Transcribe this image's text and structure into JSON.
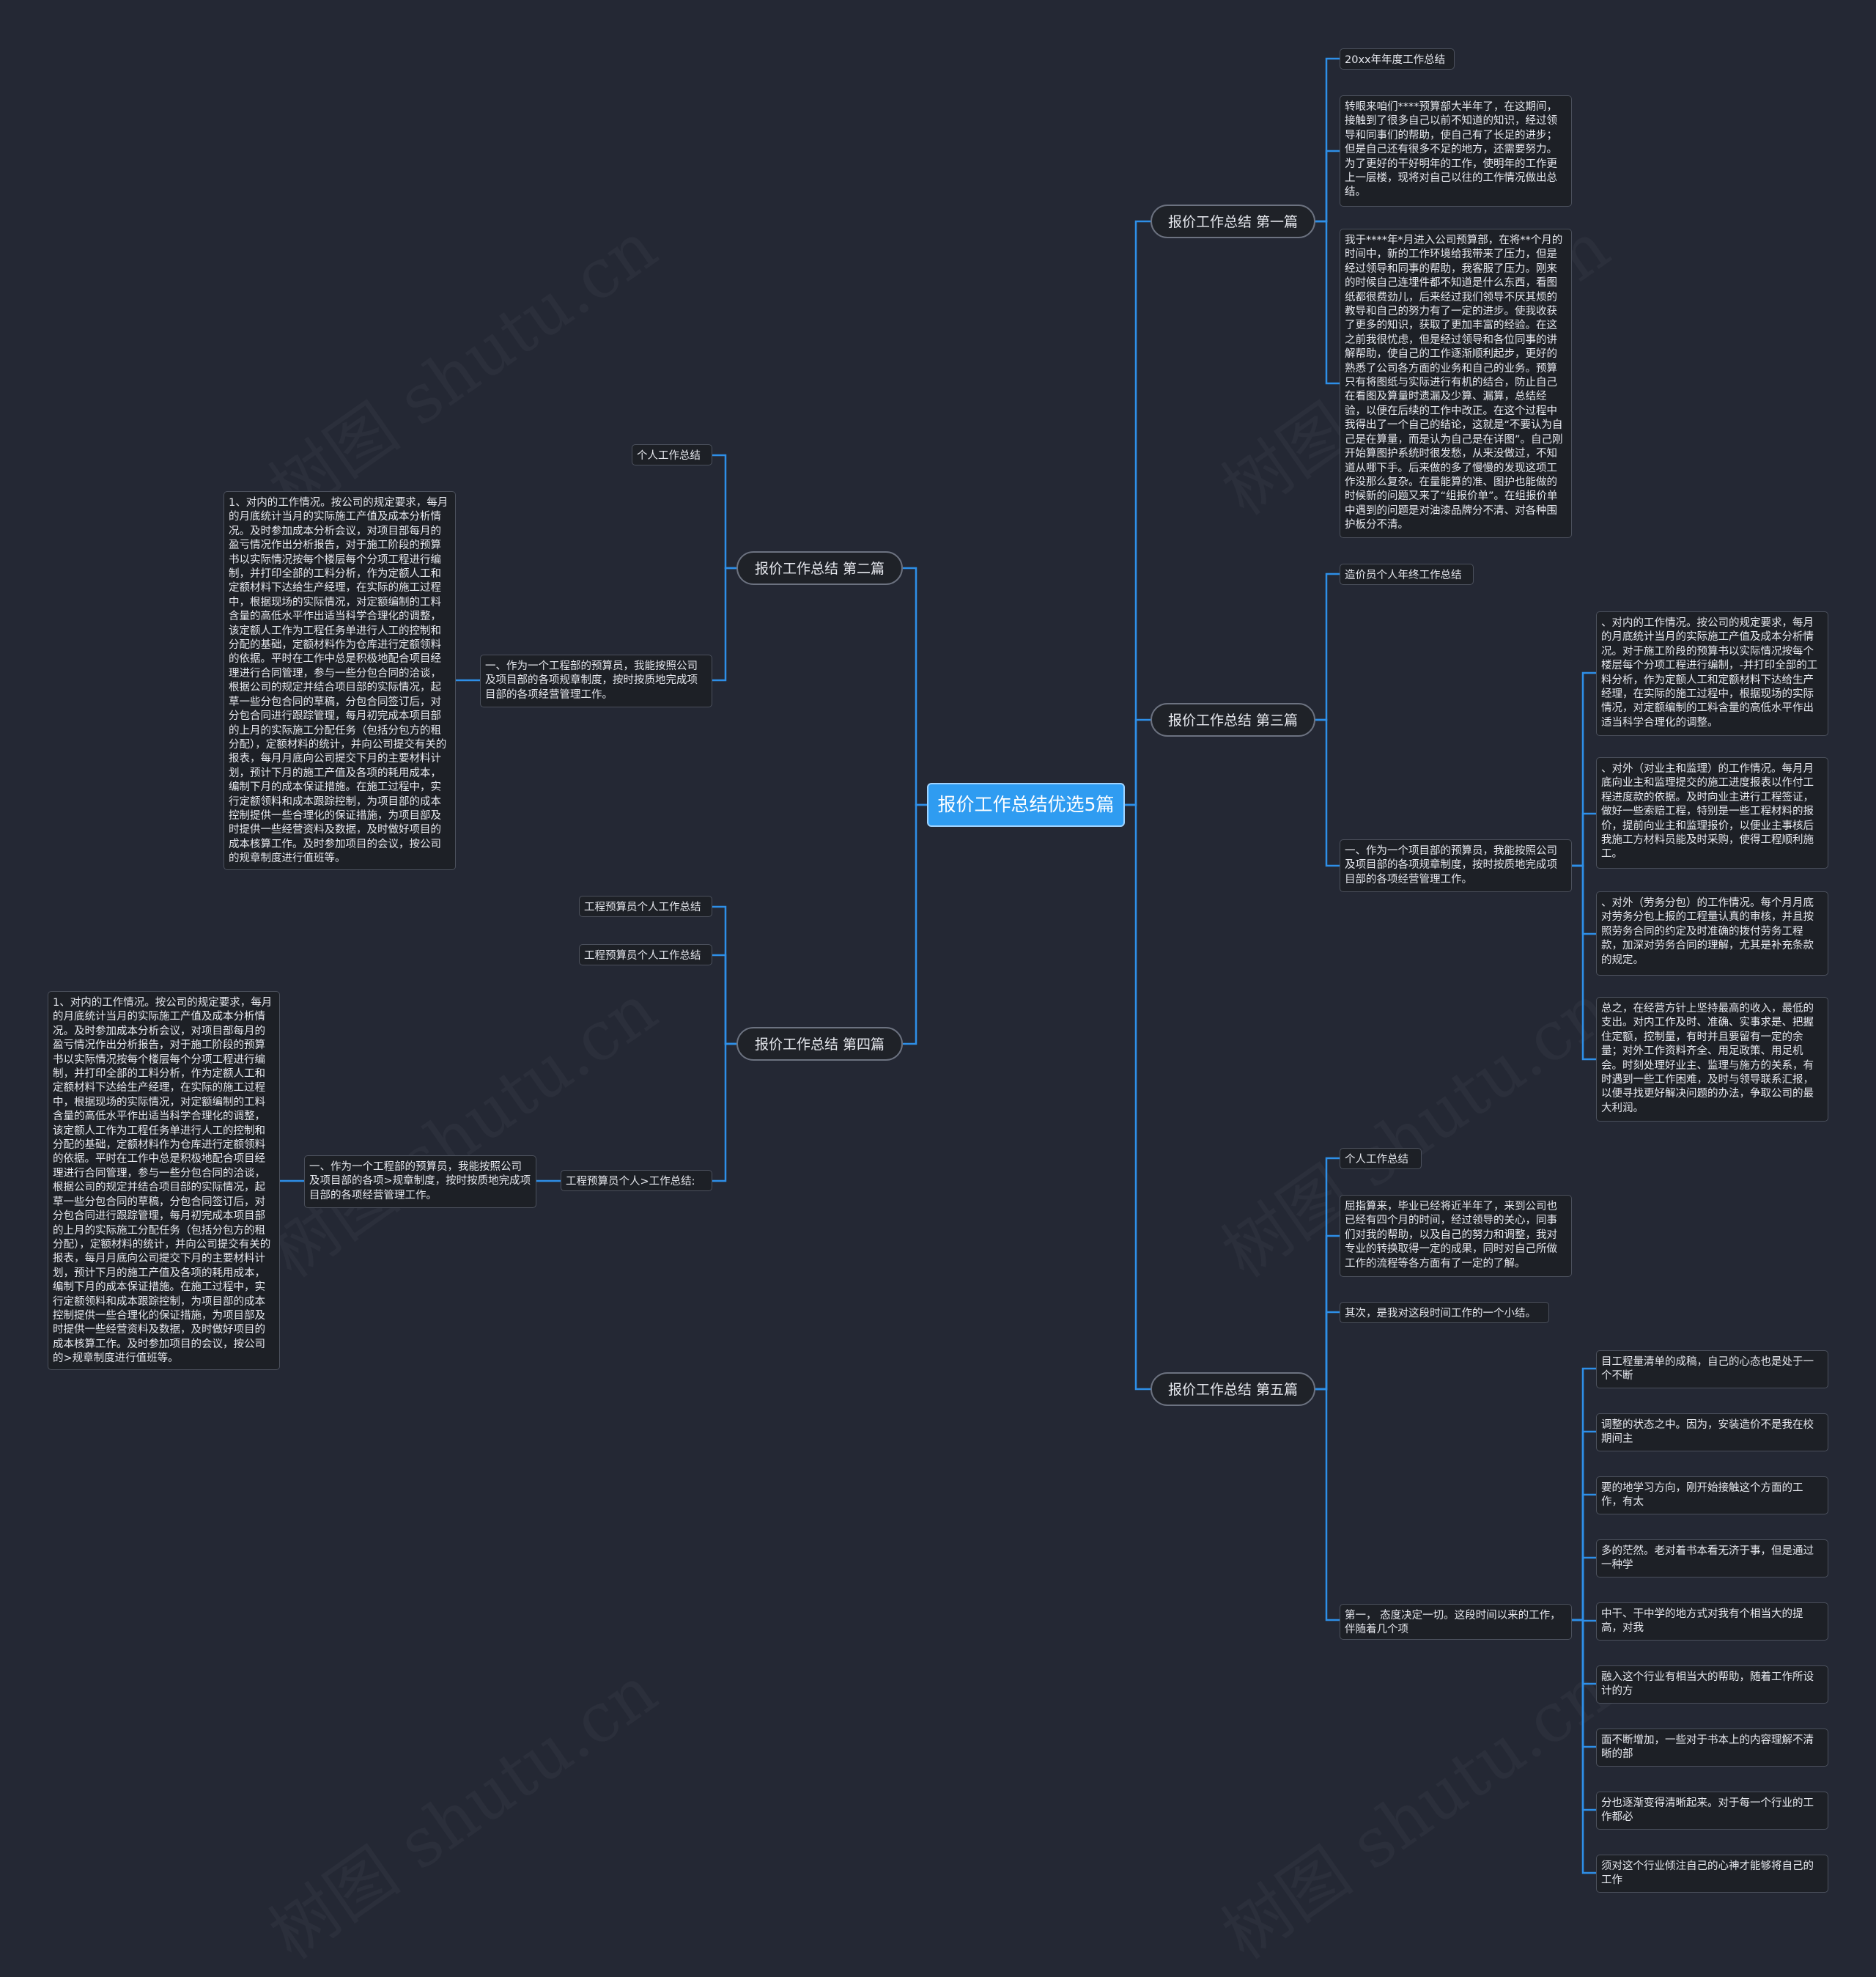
{
  "root": {
    "title": "报价工作总结优选5篇"
  },
  "watermark": "树图 shutu.cn",
  "sections": {
    "s1": {
      "title": "报价工作总结 第一篇"
    },
    "s2": {
      "title": "报价工作总结 第二篇"
    },
    "s3": {
      "title": "报价工作总结 第三篇"
    },
    "s4": {
      "title": "报价工作总结 第四篇"
    },
    "s5": {
      "title": "报价工作总结 第五篇"
    }
  },
  "s1": {
    "a": "20xx年年度工作总结",
    "b": "转眼来咱们****预算部大半年了，在这期间，接触到了很多自己以前不知道的知识，经过领导和同事们的帮助，使自己有了长足的进步；但是自己还有很多不足的地方，还需要努力。为了更好的干好明年的工作，使明年的工作更上一层楼，现将对自己以往的工作情况做出总结。",
    "c": "我于****年*月进入公司预算部，在将**个月的时间中，新的工作环境给我带来了压力，但是经过领导和同事的帮助，我客服了压力。刚来的时候自己连埋件都不知道是什么东西，看图纸都很费劲儿，后来经过我们领导不厌其烦的教导和自己的努力有了一定的进步。使我收获了更多的知识，获取了更加丰富的经验。在这之前我很忧虑，但是经过领导和各位同事的讲解帮助，使自己的工作逐渐顺利起步，更好的熟悉了公司各方面的业务和自己的业务。预算只有将图纸与实际进行有机的结合，防止自己在看图及算量时遗漏及少算、漏算，总结经验，以便在后续的工作中改正。在这个过程中我得出了一个自己的结论，这就是“不要认为自己是在算量，而是认为自己是在详图”。自己刚开始算图护系统时很发愁，从来没做过，不知道从哪下手。后来做的多了慢慢的发现这项工作没那么复杂。在量能算的准、图护也能做的时候新的问题又来了“组报价单”。在组报价单中遇到的问题是对油漆品牌分不清、对各种围护板分不清。"
  },
  "s2": {
    "a": "个人工作总结",
    "b": "一、作为一个工程部的预算员，我能按照公司及项目部的各项规章制度，按时按质地完成项目部的各项经营管理工作。",
    "c": "1、对内的工作情况。按公司的规定要求，每月的月底统计当月的实际施工产值及成本分析情况。及时参加成本分析会议，对项目部每月的盈亏情况作出分析报告，对于施工阶段的预算书以实际情况按每个楼层每个分项工程进行编制，并打印全部的工料分析，作为定额人工和定额材料下达给生产经理，在实际的施工过程中，根据现场的实际情况，对定额编制的工料含量的高低水平作出适当科学合理化的调整，该定额人工作为工程任务单进行人工的控制和分配的基础，定额材料作为仓库进行定额领料的依据。平时在工作中总是积极地配合项目经理进行合同管理，参与一些分包合同的洽谈，根据公司的规定并结合项目部的实际情况，起草一些分包合同的草稿，分包合同签订后，对分包合同进行跟踪管理，每月初完成本项目部的上月的实际施工分配任务（包括分包方的租分配），定额材料的统计，并向公司提交有关的报表，每月月底向公司提交下月的主要材料计划，预计下月的施工产值及各项的耗用成本，编制下月的成本保证措施。在施工过程中，实行定额领料和成本跟踪控制，为项目部的成本控制提供一些合理化的保证措施，为项目部及时提供一些经营资料及数据，及时做好项目的成本核算工作。及时参加项目的会议，按公司的规章制度进行值班等。"
  },
  "s3": {
    "a": "造价员个人年终工作总结",
    "b": "一、作为一个项目部的预算员，我能按照公司及项目部的各项规章制度，按时按质地完成项目部的各项经营管理工作。",
    "c": "、对内的工作情况。按公司的规定要求，每月的月底统计当月的实际施工产值及成本分析情况。对于施工阶段的预算书以实际情况按每个楼层每个分项工程进行编制，-并打印全部的工料分析，作为定额人工和定额材料下达给生产经理，在实际的施工过程中，根据现场的实际情况，对定额编制的工料含量的高低水平作出适当科学合理化的调整。",
    "d": "、对外（对业主和监理）的工作情况。每月月底向业主和监理提交的施工进度报表以作付工程进度款的依据。及时向业主进行工程签证，做好一些索赔工程，特别是一些工程材料的报价，提前向业主和监理报价，以便业主事核后 我施工方材料员能及时采购，使得工程顺利施工。",
    "e": "、对外（劳务分包）的工作情况。每个月月底对劳务分包上报的工程量认真的审核，并且按照劳务合同的约定及时准确的拨付劳务工程款，加深对劳务合同的理解，尤其是补充条款的规定。",
    "f": "总之，在经营方针上坚持最高的收入，最低的支出。对内工作及时、准确、实事求是、把握住定额，控制量，有时并且要留有一定的余量；对外工作资料齐全、用足政策、用足机会。时刻处理好业主、监理与施方的关系，有时遇到一些工作困难，及时与领导联系汇报，以便寻找更好解决问题的办法，争取公司的最大利润。"
  },
  "s4": {
    "a": "工程预算员个人工作总结",
    "b": "工程预算员个人工作总结",
    "c": "工程预算员个人>工作总结:",
    "d": "一、作为一个工程部的预算员，我能按照公司及项目部的各项>规章制度，按时按质地完成项目部的各项经营管理工作。",
    "e": "1、对内的工作情况。按公司的规定要求，每月的月底统计当月的实际施工产值及成本分析情况。及时参加成本分析会议，对项目部每月的盈亏情况作出分析报告，对于施工阶段的预算书以实际情况按每个楼层每个分项工程进行编制，并打印全部的工料分析，作为定额人工和定额材料下达给生产经理，在实际的施工过程中，根据现场的实际情况，对定额编制的工料含量的高低水平作出适当科学合理化的调整，该定额人工作为工程任务单进行人工的控制和分配的基础，定额材料作为仓库进行定额领料的依据。平时在工作中总是积极地配合项目经理进行合同管理，参与一些分包合同的洽谈，根据公司的规定并结合项目部的实际情况，起草一些分包合同的草稿，分包合同签订后，对分包合同进行跟踪管理，每月初完成本项目部的上月的实际施工分配任务（包括分包方的租分配），定额材料的统计，并向公司提交有关的报表，每月月底向公司提交下月的主要材料计划，预计下月的施工产值及各项的耗用成本，编制下月的成本保证措施。在施工过程中，实行定额领料和成本跟踪控制，为项目部的成本控制提供一些合理化的保证措施，为项目部及时提供一些经营资料及数据，及时做好项目的成本核算工作。及时参加项目的会议，按公司的>规章制度进行值班等。"
  },
  "s5": {
    "a": "个人工作总结",
    "b": "屈指算来，毕业已经将近半年了，来到公司也已经有四个月的时间，经过领导的关心，同事们对我的帮助，以及自己的努力和调整，我对专业的转换取得一定的成果，同时对自己所做工作的流程等各方面有了一定的了解。",
    "c": "其次，是我对这段时间工作的一个小结。",
    "d": "第一， 态度决定一切。这段时间以来的工作，伴随着几个项",
    "sub": {
      "e1": "目工程量清单的成稿，自己的心态也是处于一个不断",
      "e2": "调整的状态之中。因为，安装造价不是我在校期间主",
      "e3": "要的地学习方向，刚开始接触这个方面的工作，有太",
      "e4": "多的茫然。老对着书本看无济于事，但是通过一种学",
      "e5": "中干、干中学的地方式对我有个相当大的提高，对我",
      "e6": "融入这个行业有相当大的帮助，随着工作所设计的方",
      "e7": "面不断增加，一些对于书本上的内容理解不清晰的部",
      "e8": "分也逐渐变得清晰起来。对于每一个行业的工作都必",
      "e9": "须对这个行业倾注自己的心神才能够将自己的工作"
    }
  }
}
